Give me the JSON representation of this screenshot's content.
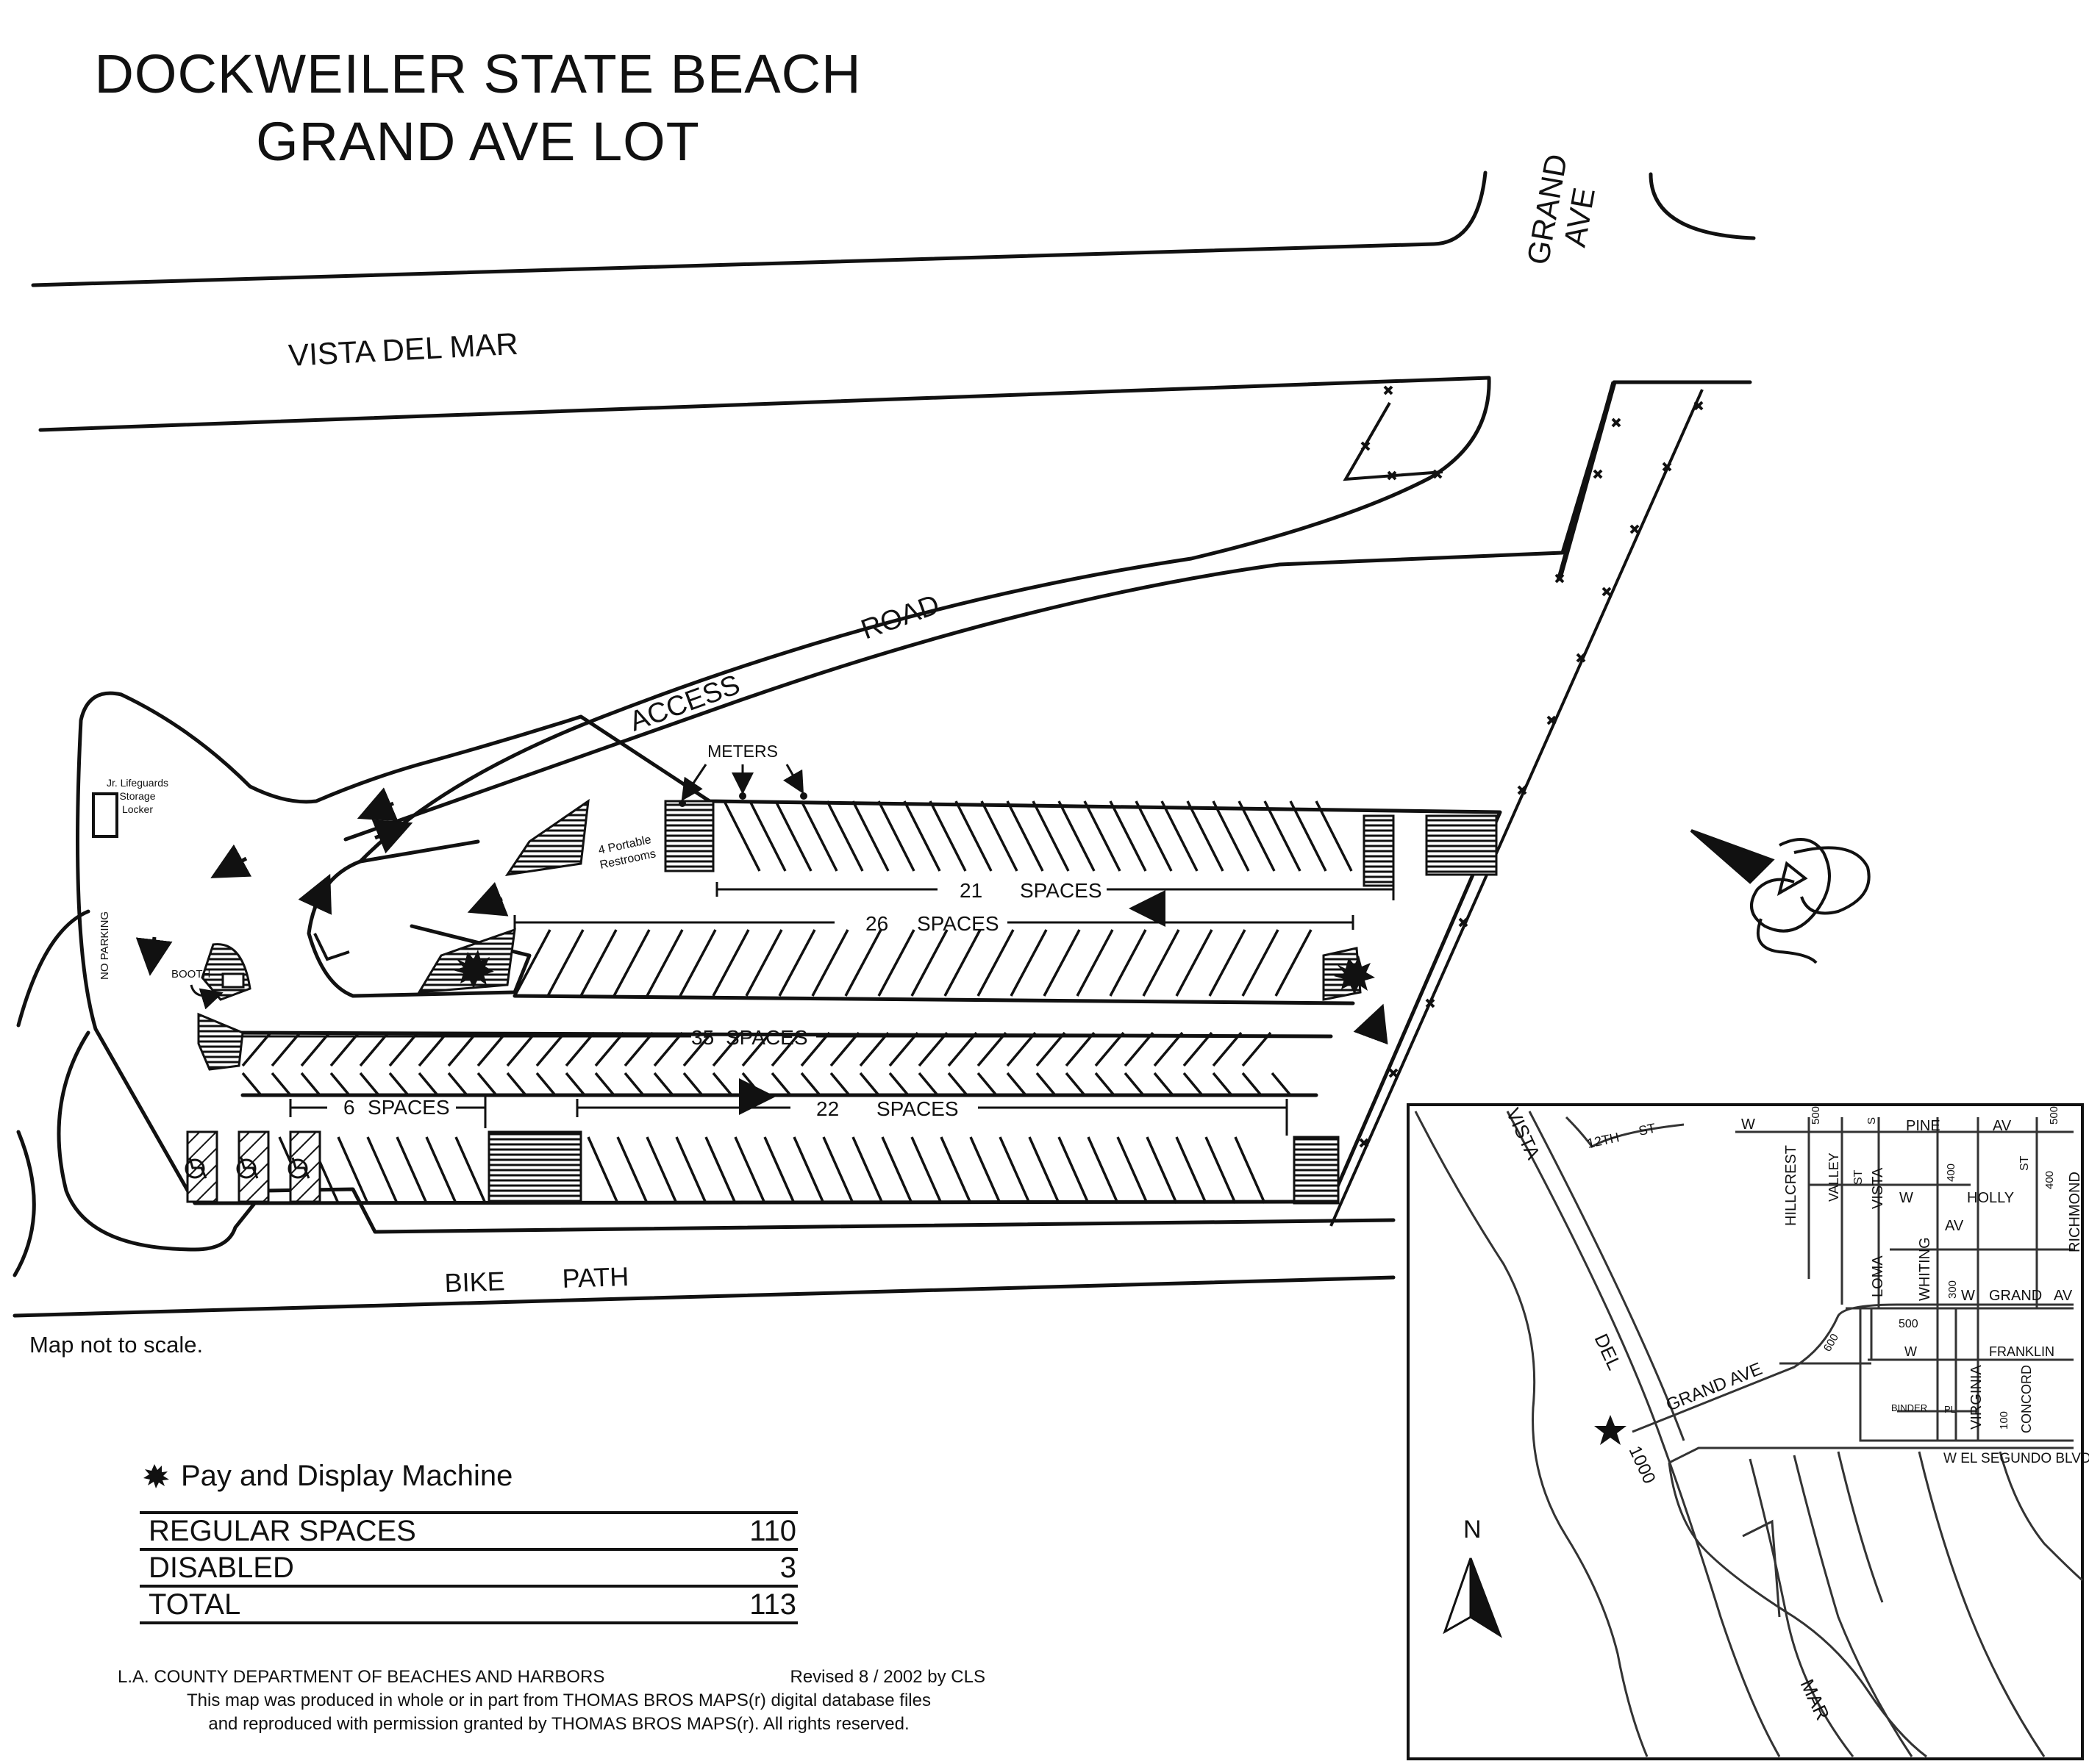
{
  "title": {
    "line1": "DOCKWEILER STATE BEACH",
    "line2": "GRAND AVE LOT"
  },
  "roads": {
    "vista_del_mar": "VISTA  DEL  MAR",
    "grand_ave_1": "GRAND",
    "grand_ave_2": "AVE",
    "access": "ACCESS",
    "road": "ROAD",
    "bike": "BIKE",
    "path": "PATH"
  },
  "features": {
    "jr_lifeguards_1": "Jr. Lifeguards",
    "jr_lifeguards_2": "Storage",
    "jr_lifeguards_3": "Locker",
    "no_parking": "NO      PARKING",
    "booth": "BOOTH",
    "meters": "METERS",
    "restrooms_1": "4 Portable",
    "restrooms_2": "Restrooms"
  },
  "space_labels": {
    "row_21_num": "21",
    "row_21_word": "SPACES",
    "row_26_num": "26",
    "row_26_word": "SPACES",
    "row_35_num": "35",
    "row_35_word": "SPACES",
    "row_6_num": "6",
    "row_6_word": "SPACES",
    "row_22_num": "22",
    "row_22_word": "SPACES"
  },
  "note": "Map not to scale.",
  "legend": {
    "symbol_label": "Pay and Display Machine",
    "rows": [
      {
        "label": "REGULAR SPACES",
        "value": "110"
      },
      {
        "label": "DISABLED",
        "value": "3"
      },
      {
        "label": "TOTAL",
        "value": "113"
      }
    ]
  },
  "footer": {
    "department": "L.A. COUNTY DEPARTMENT OF BEACHES AND HARBORS",
    "revised": "Revised 8 / 2002 by CLS",
    "line2": "This map was produced in whole or in part from THOMAS BROS MAPS(r) digital database files",
    "line3": "and reproduced with permission granted by THOMAS BROS MAPS(r). All rights reserved."
  },
  "inset": {
    "north": "N",
    "vista": "VISTA",
    "del": "DEL",
    "mar": "MAR",
    "num_1000": "1000",
    "grand_ave": "GRAND AVE",
    "num_600": "600",
    "st_12th_1": "12TH",
    "st_12th_2": "ST",
    "w1": "W",
    "num_500a": "500",
    "s": "S",
    "pine": "PINE",
    "av1": "AV",
    "num_500b": "500",
    "hillcrest": "HILLCREST",
    "valley": "VALLEY",
    "st1": "ST",
    "vista_st": "VISTA",
    "w2": "W",
    "num_400a": "400",
    "holly": "HOLLY",
    "st2": "ST",
    "num_400b": "400",
    "richmond": "RICHMOND",
    "av2": "AV",
    "loma": "LOMA",
    "whiting": "WHITING",
    "num_300": "300",
    "w3": "W",
    "grand": "GRAND",
    "av3": "AV",
    "num_500c": "500",
    "w4": "W",
    "franklin": "FRANKLIN",
    "binder": "BINDER",
    "pl": "PL",
    "virginia": "VIRGINIA",
    "num_100": "100",
    "concord": "CONCORD",
    "el_segundo": "W EL SEGUNDO BLVD"
  },
  "colors": {
    "ink": "#111111",
    "background": "#ffffff"
  }
}
